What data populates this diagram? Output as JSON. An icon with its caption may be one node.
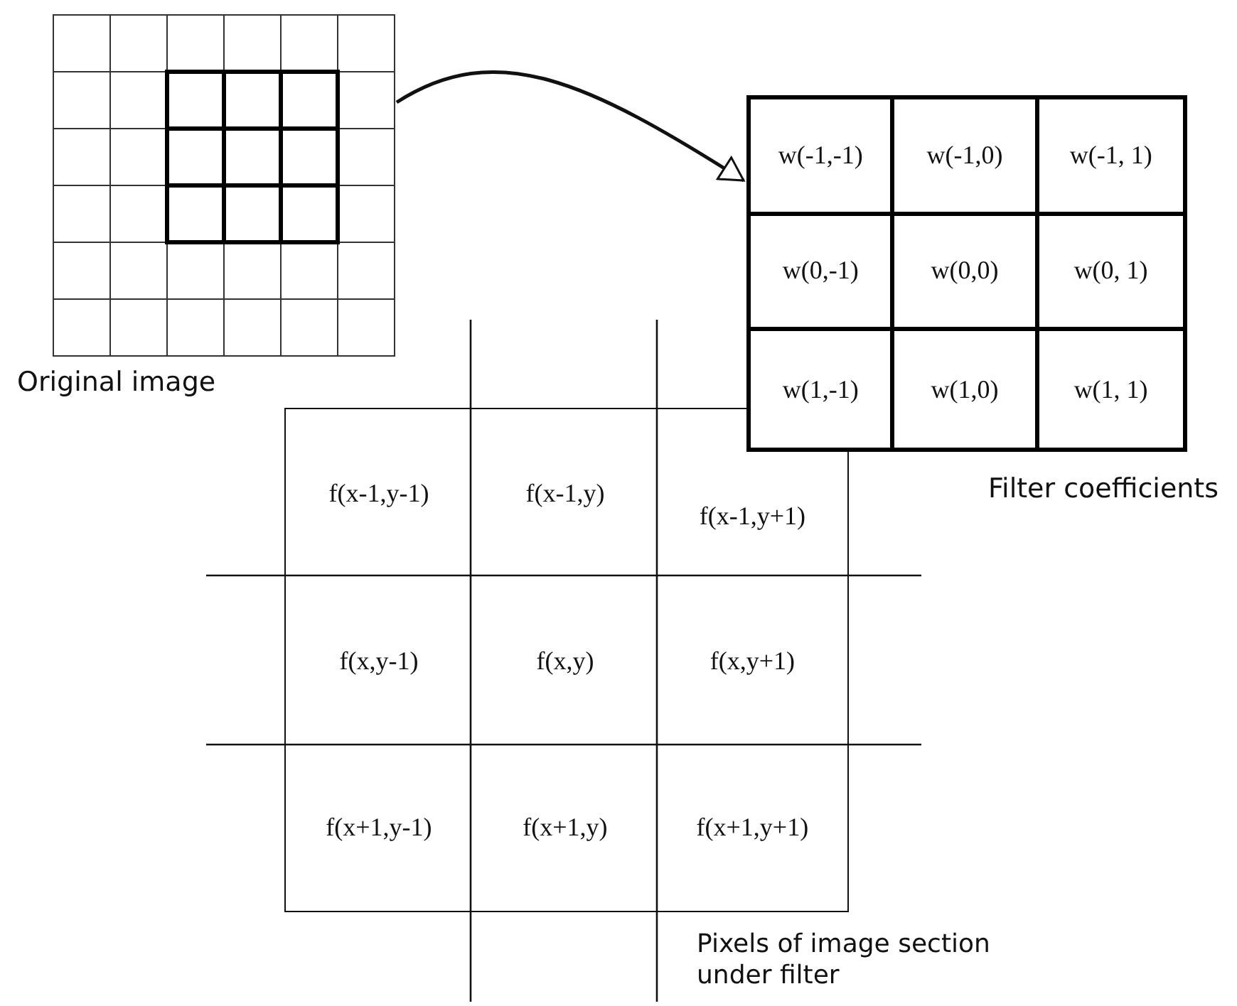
{
  "diagram": {
    "nodes": [
      {
        "text": [],
        "shape": "picture",
        "beside": [
          "Original image"
        ]
      },
      {
        "text": [],
        "shape": "box",
        "beside": [
          "Filter coefficients"
        ]
      },
      {
        "text": [
          "w(-1,-1)"
        ],
        "in": 1
      },
      {
        "text": [
          "w(-1,0)"
        ],
        "in": 1
      },
      {
        "text": [
          "w(-1, 1)"
        ],
        "in": 1
      },
      {
        "text": [
          "w(0,-1)"
        ],
        "in": 1
      },
      {
        "text": [
          "w(0,0)"
        ],
        "in": 1
      },
      {
        "text": [
          "w(0, 1)"
        ],
        "in": 1
      },
      {
        "text": [
          "w(1,-1)"
        ],
        "in": 1
      },
      {
        "text": [
          "w(1,0)"
        ],
        "in": 1
      },
      {
        "text": [
          "w(1, 1)"
        ],
        "in": 1
      },
      {
        "text": [],
        "shape": "box",
        "beside": [
          "Pixels of image section under filter"
        ]
      },
      {
        "text": [
          "f(x-1,y-1)"
        ],
        "in": 11
      },
      {
        "text": [
          "f(x-1,y)"
        ],
        "in": 11
      },
      {
        "text": [
          "f(x-1,y+1)"
        ],
        "in": 11
      },
      {
        "text": [
          "f(x,y-1)"
        ],
        "in": 11
      },
      {
        "text": [
          "f(x,y)"
        ],
        "in": 11
      },
      {
        "text": [
          "f(x,y+1)"
        ],
        "in": 11
      },
      {
        "text": [
          "f(x+1,y-1)"
        ],
        "in": 11
      },
      {
        "text": [
          "f(x+1,y)"
        ],
        "in": 11
      },
      {
        "text": [
          "f(x+1,y+1)"
        ],
        "in": 11
      }
    ],
    "edges": [
      {
        "from": 0,
        "to": 1,
        "arrow": "to"
      }
    ]
  }
}
